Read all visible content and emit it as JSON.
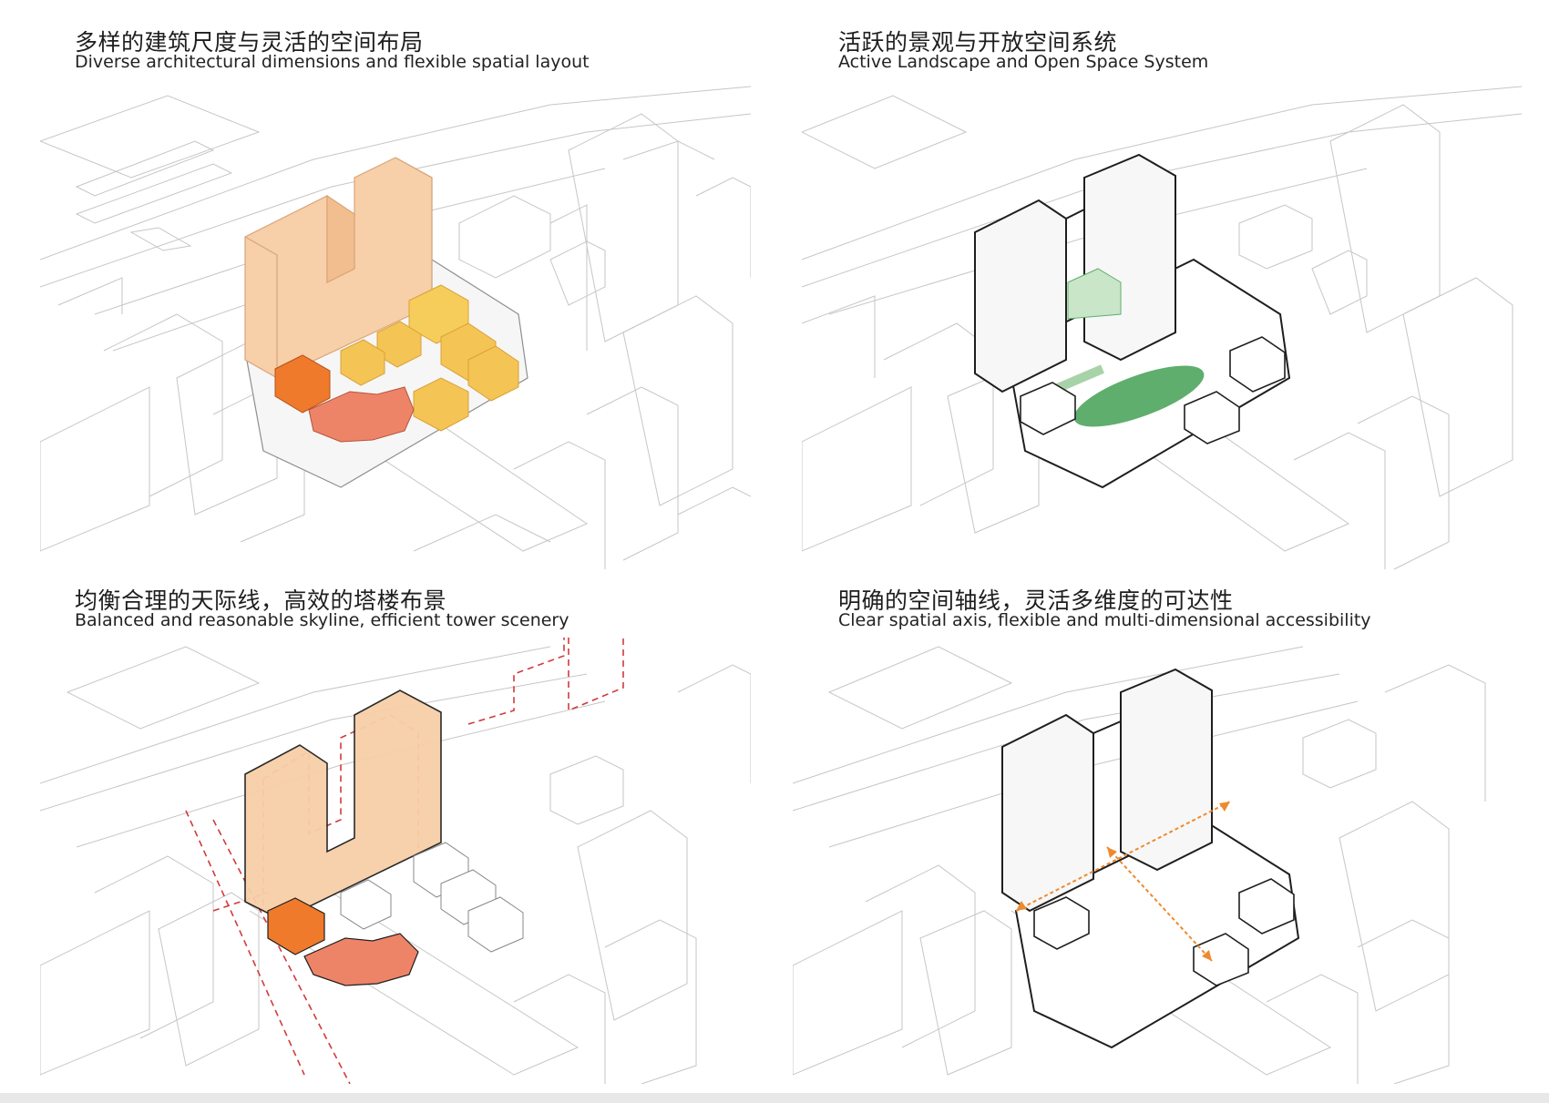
{
  "panels": [
    {
      "title_zh": "多样的建筑尺度与灵活的空间布局",
      "title_en": "Diverse architectural dimensions and flexible spatial layout"
    },
    {
      "title_zh": "活跃的景观与开放空间系统",
      "title_en": "Active Landscape and Open Space System"
    },
    {
      "title_zh": "均衡合理的天际线，高效的塔楼布景",
      "title_en": "Balanced and reasonable skyline, efficient tower scenery"
    },
    {
      "title_zh": "明确的空间轴线，灵活多维度的可达性",
      "title_en": "Clear spatial axis, flexible and multi-dimensional accessibility"
    }
  ],
  "colors": {
    "tower_peach": "#f7cfa8",
    "podium_yellow": "#f4c455",
    "block_orange": "#ef7a2c",
    "curved_salmon": "#ee8467",
    "green_space": "#5fae6d",
    "skyline_dash_red": "#d23a3a",
    "axis_arrow_orange": "#ee8a2e",
    "context_line": "#bcbcbc"
  },
  "icons": [
    "axis-arrow-icon"
  ]
}
